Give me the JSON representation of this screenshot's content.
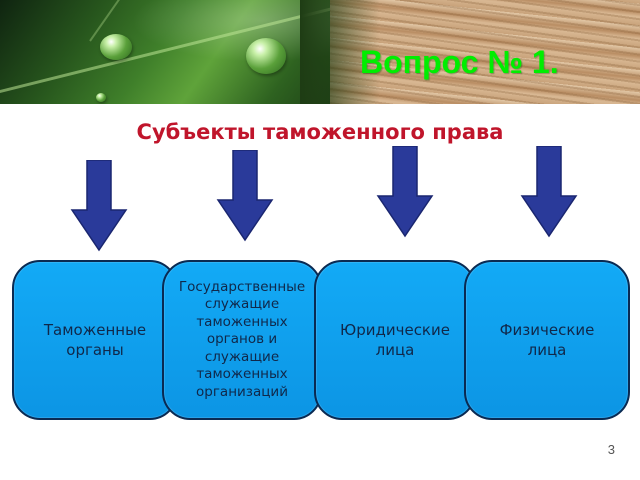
{
  "header": {
    "title": "Вопрос № 1.",
    "title_color": "#00ee00"
  },
  "subtitle": {
    "text": "Субъекты таможенного права",
    "color": "#c0152b"
  },
  "arrow_color": "#2a3a9a",
  "box_color": "#0c95e4",
  "boxes": [
    {
      "label": "Таможенные органы"
    },
    {
      "label": "Государственные служащие таможенных органов и служащие таможенных организаций"
    },
    {
      "label": "Юридические лица"
    },
    {
      "label": "Физические лица"
    }
  ],
  "page_number": "3"
}
